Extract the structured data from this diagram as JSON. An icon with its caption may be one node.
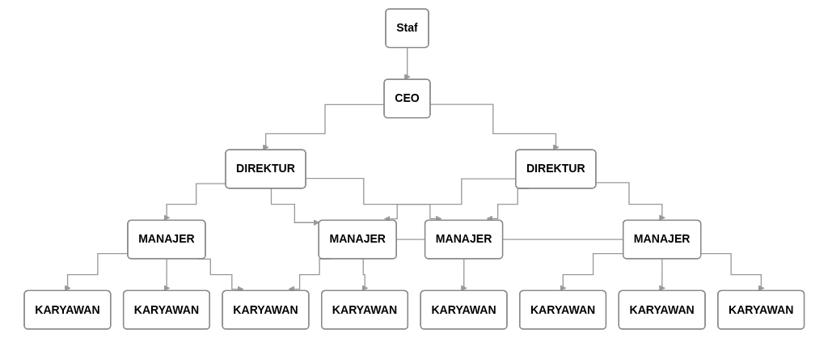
{
  "diagram": {
    "nodes": [
      {
        "text": [
          "CEO"
        ]
      },
      {
        "text": [
          "Staf"
        ]
      },
      {
        "text": [
          "DIREKTUR"
        ]
      },
      {
        "text": [
          "DIREKTUR"
        ]
      },
      {
        "text": [
          "MANAJER"
        ]
      },
      {
        "text": [
          "MANAJER"
        ]
      },
      {
        "text": [
          "MANAJER"
        ]
      },
      {
        "text": [
          "MANAJER"
        ]
      },
      {
        "text": [
          "KARYAWAN"
        ]
      },
      {
        "text": [
          "KARYAWAN"
        ]
      },
      {
        "text": [
          "KARYAWAN"
        ]
      },
      {
        "text": [
          "KARYAWAN"
        ]
      },
      {
        "text": [
          "KARYAWAN"
        ]
      },
      {
        "text": [
          "KARYAWAN"
        ]
      },
      {
        "text": [
          "KARYAWAN"
        ]
      },
      {
        "text": [
          "KARYAWAN"
        ]
      }
    ],
    "edges": [
      {
        "from": 1,
        "to": 0,
        "arrow": "to"
      },
      {
        "from": 0,
        "to": 2,
        "arrow": "to"
      },
      {
        "from": 0,
        "to": 3,
        "arrow": "to"
      },
      {
        "from": 2,
        "to": 4,
        "arrow": "to"
      },
      {
        "from": 2,
        "to": 5,
        "arrow": "to"
      },
      {
        "from": 2,
        "to": 6,
        "arrow": "to"
      },
      {
        "from": 3,
        "to": 5,
        "arrow": "to"
      },
      {
        "from": 3,
        "to": 6,
        "arrow": "to"
      },
      {
        "from": 3,
        "to": 7,
        "arrow": "to"
      },
      {
        "from": 4,
        "to": 8,
        "arrow": "to"
      },
      {
        "from": 4,
        "to": 9,
        "arrow": "to"
      },
      {
        "from": 4,
        "to": 10,
        "arrow": "to"
      },
      {
        "from": 5,
        "to": 10,
        "arrow": "to"
      },
      {
        "from": 5,
        "to": 11,
        "arrow": "to"
      },
      {
        "from": 5,
        "to": 6,
        "arrow": "none"
      },
      {
        "from": 6,
        "to": 12,
        "arrow": "to"
      },
      {
        "from": 6,
        "to": 7,
        "arrow": "none"
      },
      {
        "from": 7,
        "to": 13,
        "arrow": "to"
      },
      {
        "from": 7,
        "to": 14,
        "arrow": "to"
      },
      {
        "from": 7,
        "to": 15,
        "arrow": "to"
      }
    ]
  }
}
